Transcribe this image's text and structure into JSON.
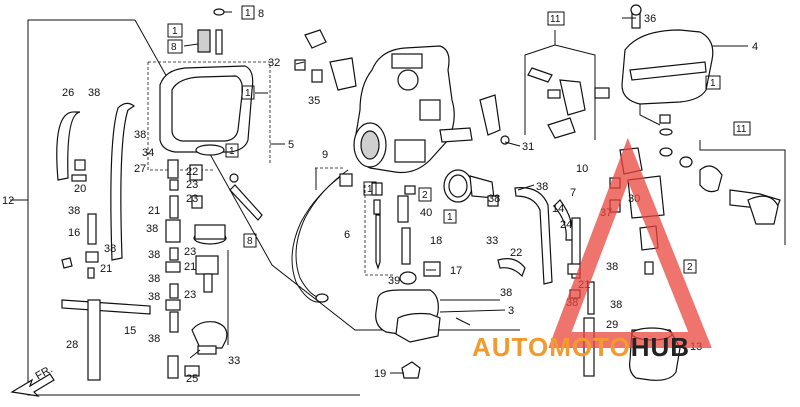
{
  "labels": {
    "n36": "36",
    "n4": "4",
    "n1_top": "1",
    "n8_top": "8",
    "n1_left": "1",
    "n8_left": "8",
    "n11_top": "11",
    "n1_right": "1",
    "n32": "32",
    "n35": "35",
    "n26": "26",
    "n38_a": "38",
    "n38_b": "38",
    "n1_mid": "1",
    "n5": "5",
    "n1_b": "1",
    "n34": "34",
    "n22_a": "22",
    "n23_a": "23",
    "n23_b": "23",
    "n12": "12",
    "n20": "20",
    "n27": "27",
    "n9": "9",
    "n31": "31",
    "n10": "10",
    "n11_right": "11",
    "n7": "7",
    "n30": "30",
    "n37": "37",
    "n14": "14",
    "n38_c": "38",
    "n38_d": "38",
    "n1_e": "1",
    "n2_a": "2",
    "n40": "40",
    "n6": "6",
    "n18": "18",
    "n1_f": "1",
    "n33_a": "33",
    "n22_b": "22",
    "n24": "24",
    "n21_a": "21",
    "n38_e": "38",
    "n38_f": "38",
    "n16": "16",
    "n21_b": "21",
    "n21_c": "21",
    "n23_c": "23",
    "n8_mid": "8",
    "n38_g": "38",
    "n38_h": "38",
    "n17": "17",
    "n39": "39",
    "n38_i": "38",
    "n38_j": "38",
    "n2_b": "2",
    "n21_d": "21",
    "n38_k": "38",
    "n38_l": "38",
    "n38_m": "38",
    "n38_n": "38",
    "n23_d": "23",
    "n15": "15",
    "n3": "3",
    "n29": "29",
    "n28": "28",
    "n38_o": "38",
    "n33_b": "33",
    "n13": "13",
    "n25": "25",
    "n19": "19",
    "fr": "FR."
  },
  "watermark": {
    "part1": "AUTO",
    "part2": "MOTO",
    "part3": "HUB",
    "color_red": "#e8453c",
    "color_orange": "#f29a2e",
    "color_dark": "#222222"
  }
}
